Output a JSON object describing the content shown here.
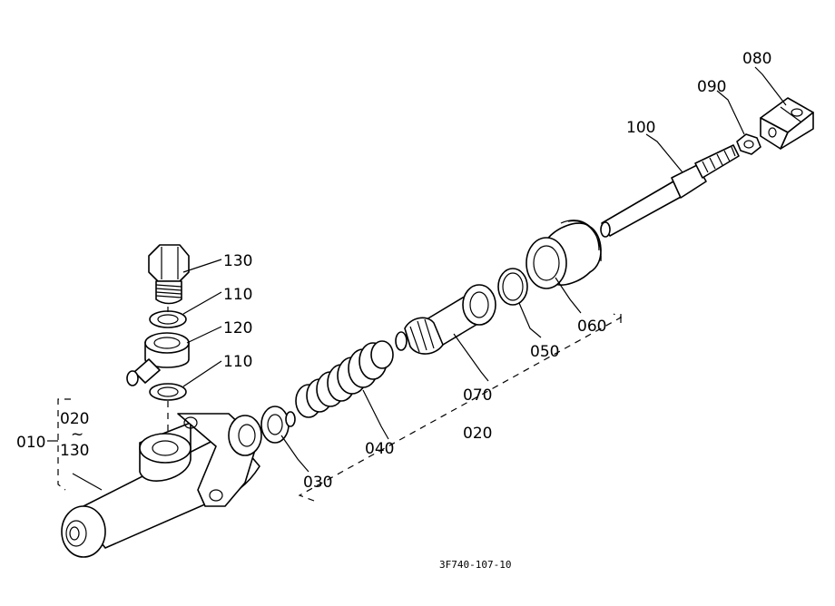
{
  "labels": {
    "p080": "080",
    "p090": "090",
    "p100": "100",
    "p130": "130",
    "p110a": "110",
    "p120": "120",
    "p110b": "110",
    "p060": "060",
    "p050": "050",
    "p070": "070",
    "p020": "020",
    "p040": "040",
    "p030": "030",
    "p010": "010",
    "range_top": "020",
    "range_sep": "~",
    "range_bottom": "130"
  },
  "drawing_code": "3F740-107-10"
}
